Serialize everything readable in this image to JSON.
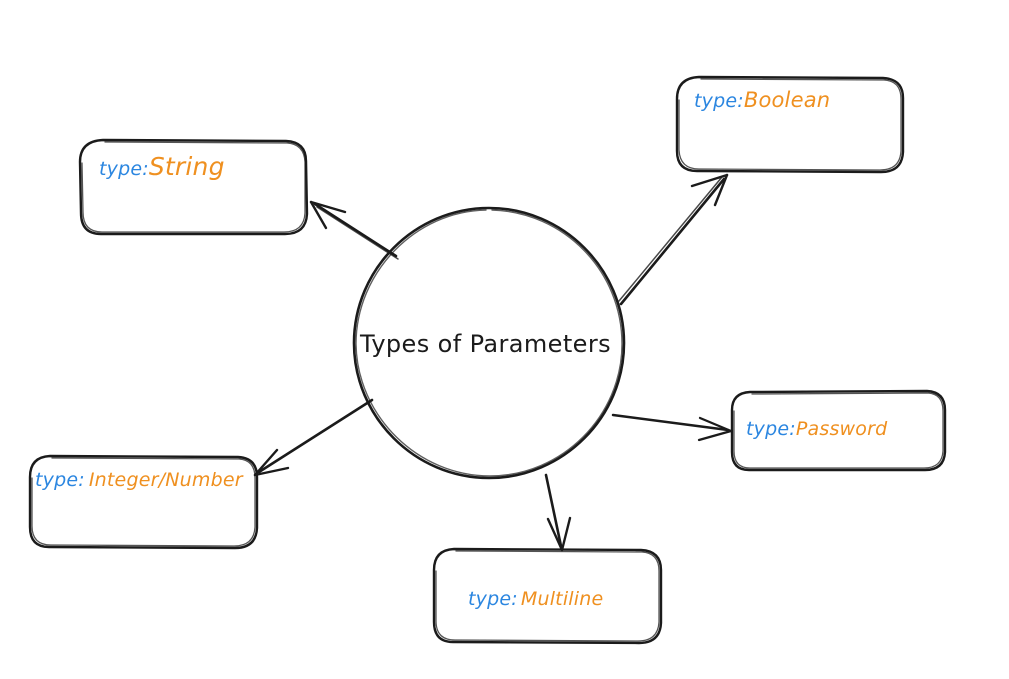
{
  "diagram": {
    "title": "Types of Parameters",
    "center_node": {
      "label": "Types of Parameters",
      "shape": "circle"
    },
    "colors": {
      "key_color": "#2b86e0",
      "value_color": "#ef9020",
      "stroke_color": "#1b1b1b",
      "background": "#ffffff"
    },
    "nodes": [
      {
        "key": "type:",
        "value": "String",
        "shape": "rounded-rectangle"
      },
      {
        "key": "type:",
        "value": "Boolean",
        "shape": "rounded-rectangle"
      },
      {
        "key": "type:",
        "value": "Password",
        "shape": "rounded-rectangle"
      },
      {
        "key": "type:",
        "value": "Integer/Number",
        "shape": "rounded-rectangle"
      },
      {
        "key": "type:",
        "value": "Multiline",
        "shape": "rounded-rectangle"
      }
    ],
    "edges": [
      {
        "from": "Types of Parameters",
        "to": "String",
        "arrow": "to"
      },
      {
        "from": "Types of Parameters",
        "to": "Boolean",
        "arrow": "to"
      },
      {
        "from": "Types of Parameters",
        "to": "Password",
        "arrow": "to"
      },
      {
        "from": "Types of Parameters",
        "to": "Integer/Number",
        "arrow": "to"
      },
      {
        "from": "Types of Parameters",
        "to": "Multiline",
        "arrow": "to"
      }
    ]
  }
}
